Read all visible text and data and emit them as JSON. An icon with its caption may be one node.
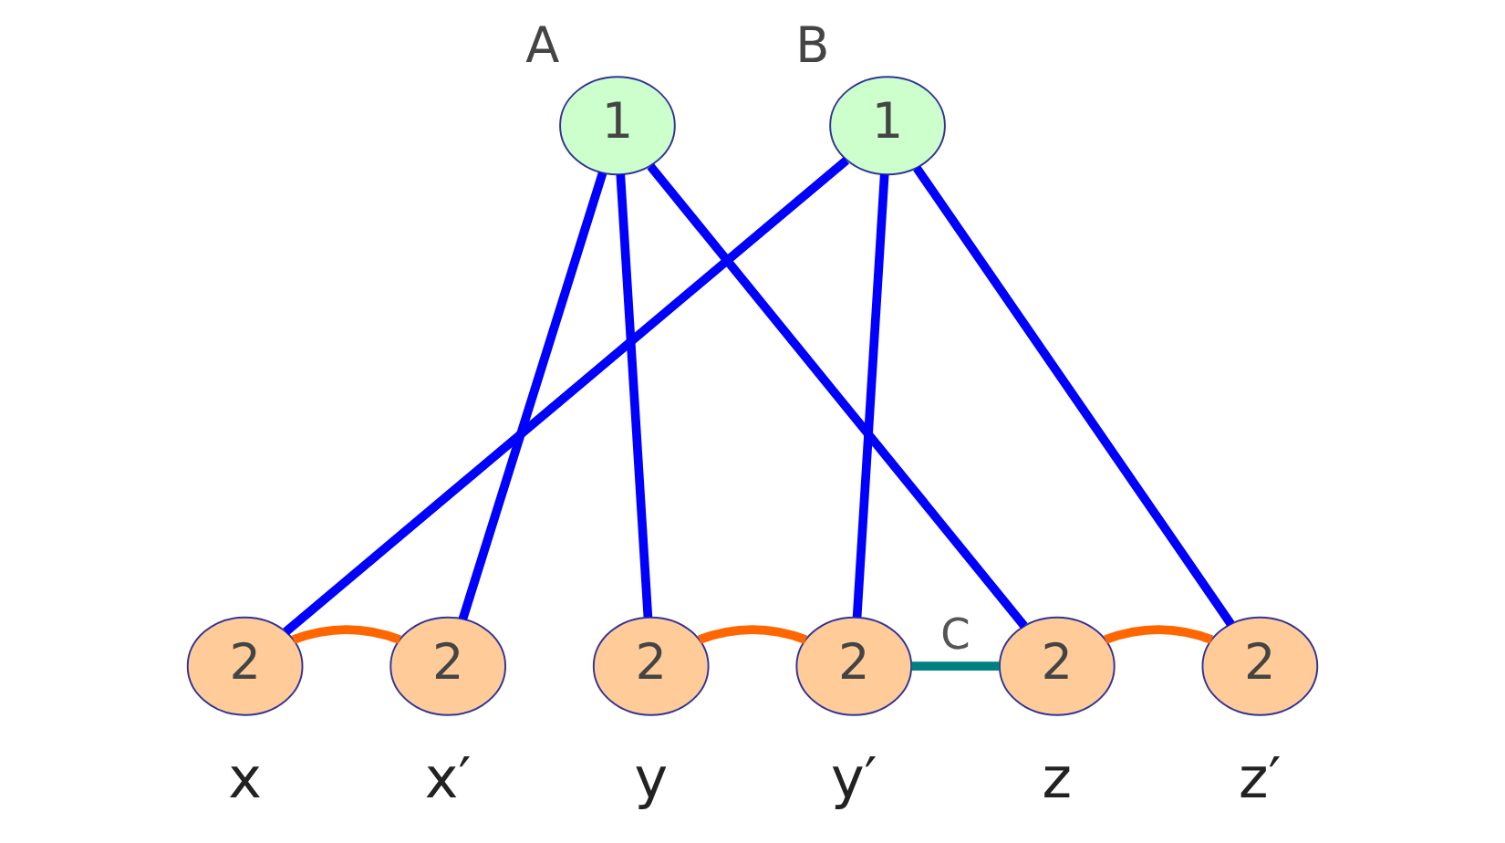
{
  "diagram": {
    "nodes": [
      {
        "text": [
          "1"
        ],
        "beside": [
          "A"
        ]
      },
      {
        "text": [
          "1"
        ],
        "beside": [
          "B"
        ]
      },
      {
        "text": [
          "2"
        ],
        "beside": [
          "x"
        ]
      },
      {
        "text": [
          "2"
        ],
        "beside": [
          "x′"
        ]
      },
      {
        "text": [
          "2"
        ],
        "beside": [
          "y"
        ]
      },
      {
        "text": [
          "2"
        ],
        "beside": [
          "y′"
        ]
      },
      {
        "text": [
          "2"
        ],
        "beside": [
          "z"
        ]
      },
      {
        "text": [
          "2"
        ],
        "beside": [
          "z′"
        ]
      }
    ],
    "edges": [
      {
        "from": 0,
        "to": 3,
        "arrow": "none"
      },
      {
        "from": 0,
        "to": 4,
        "arrow": "none"
      },
      {
        "from": 0,
        "to": 6,
        "arrow": "none"
      },
      {
        "from": 1,
        "to": 2,
        "arrow": "none"
      },
      {
        "from": 1,
        "to": 5,
        "arrow": "none"
      },
      {
        "from": 1,
        "to": 7,
        "arrow": "none"
      },
      {
        "from": 2,
        "to": 3,
        "arrow": "none",
        "color": "#ff6600"
      },
      {
        "from": 4,
        "to": 5,
        "arrow": "none",
        "color": "#ff6600"
      },
      {
        "from": 6,
        "to": 7,
        "arrow": "none",
        "color": "#ff6600"
      },
      {
        "from": 5,
        "to": 6,
        "arrow": "none",
        "color": "#008080",
        "label": "C"
      }
    ]
  }
}
